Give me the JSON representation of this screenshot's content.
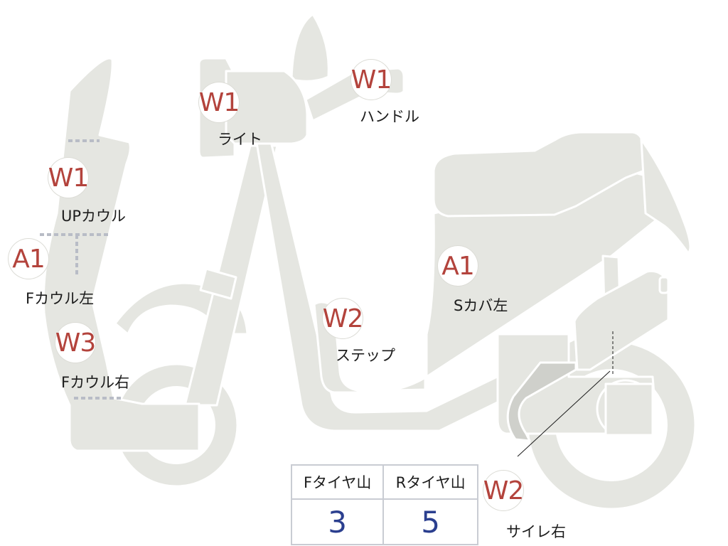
{
  "colors": {
    "body_fill": "#e5e6e1",
    "outline": "#ffffff",
    "grade_text": "#b3433c",
    "label_text": "#1c1c1c",
    "tread_value": "#2b3f8f",
    "table_border": "#c9ccd3"
  },
  "parts": [
    {
      "grade": "W1",
      "label": "ライト"
    },
    {
      "grade": "W1",
      "label": "ハンドル"
    },
    {
      "grade": "W1",
      "label": "UPカウル"
    },
    {
      "grade": "A1",
      "label": "Fカウル左"
    },
    {
      "grade": "W3",
      "label": "Fカウル右"
    },
    {
      "grade": "W2",
      "label": "ステップ"
    },
    {
      "grade": "A1",
      "label": "Sカバ左"
    },
    {
      "grade": "W2",
      "label": "サイレ右"
    }
  ],
  "tread": {
    "front_header": "Fタイヤ山",
    "rear_header": "Rタイヤ山",
    "front_value": "3",
    "rear_value": "5"
  }
}
